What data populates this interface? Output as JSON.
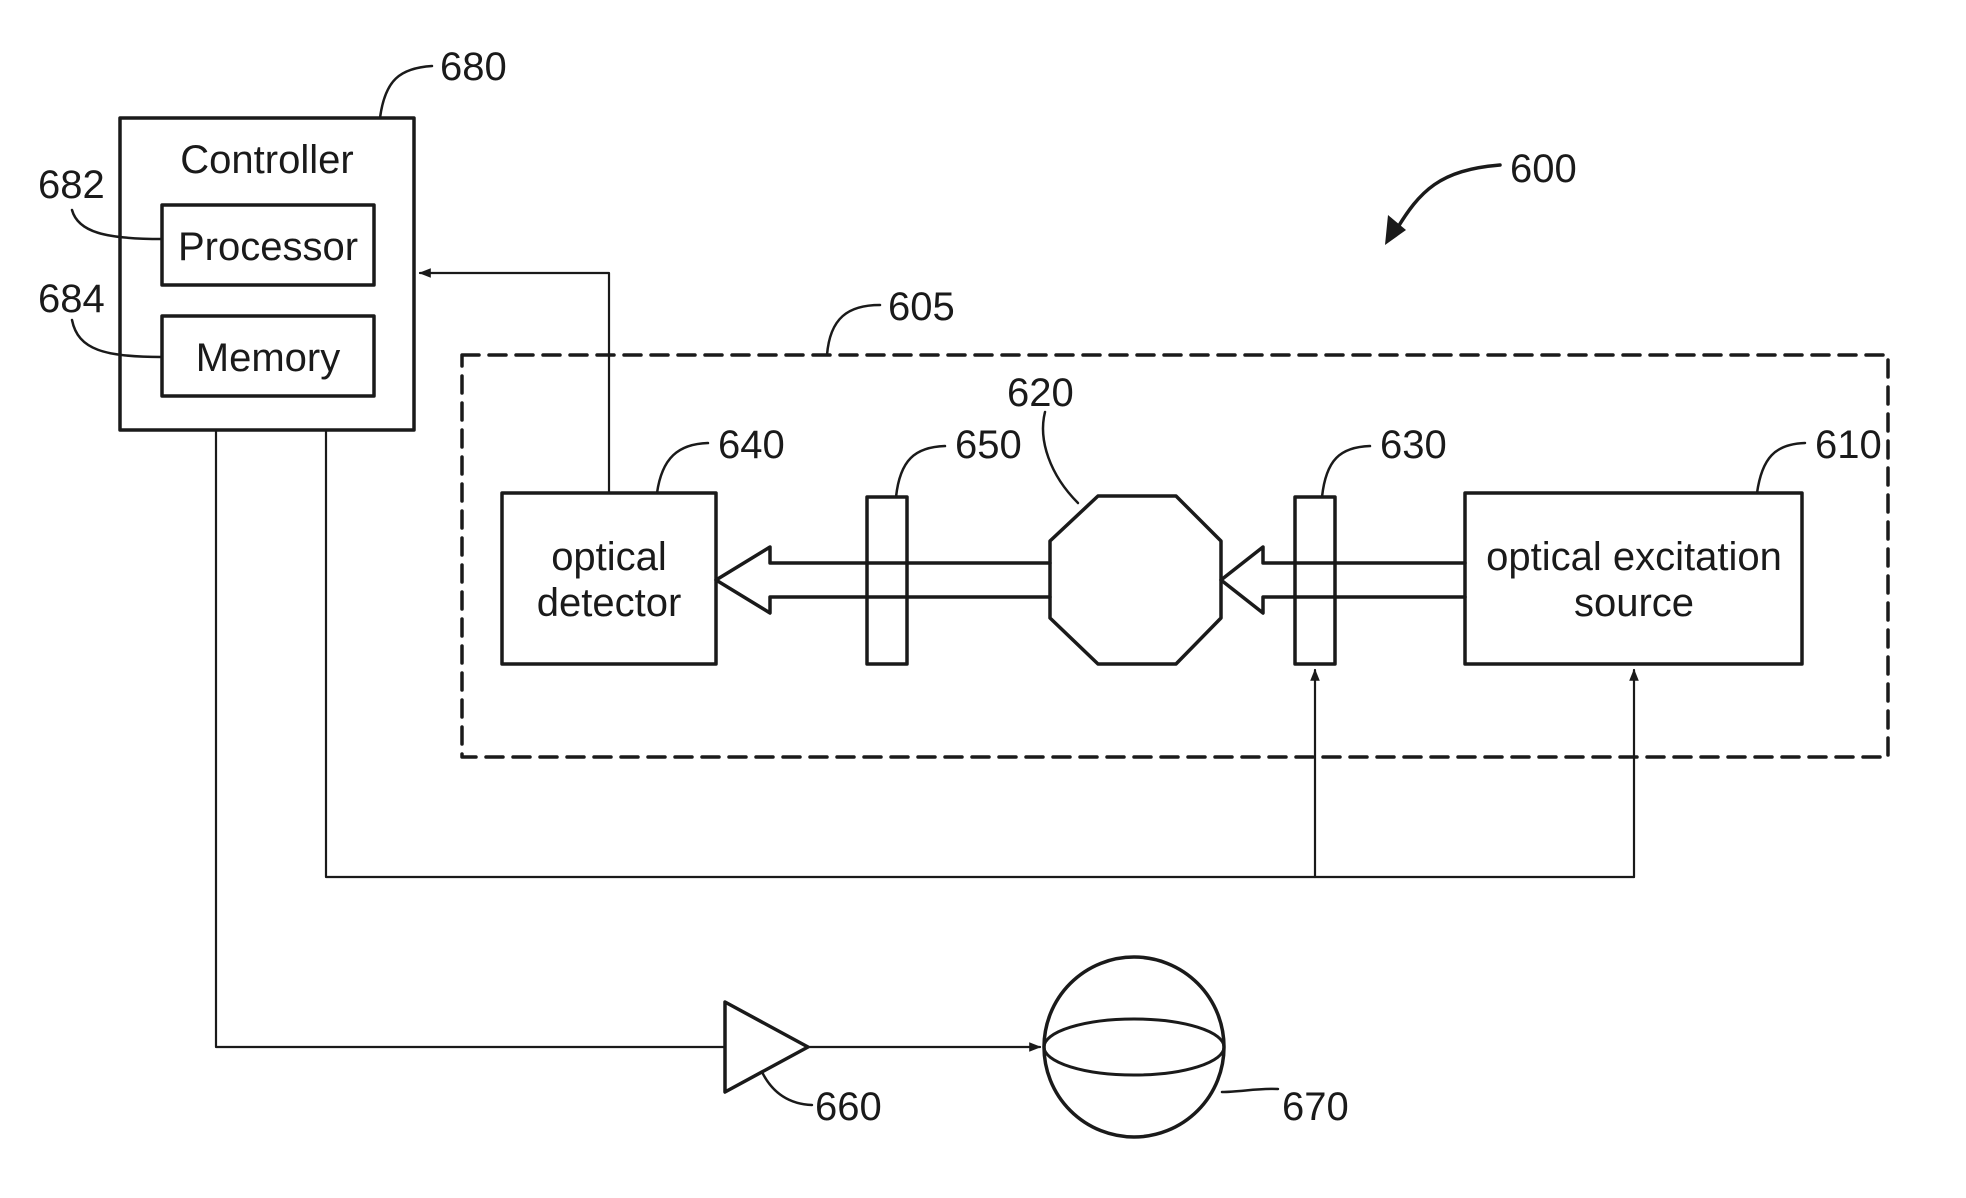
{
  "blocks": {
    "controller": "Controller",
    "processor": "Processor",
    "memory": "Memory",
    "detector_line1": "optical",
    "detector_line2": "detector",
    "source_line1": "optical excitation",
    "source_line2": "source"
  },
  "refs": {
    "system": "600",
    "enclosure": "605",
    "source": "610",
    "crystal": "620",
    "filter_in": "630",
    "detector": "640",
    "filter_out": "650",
    "amplifier": "660",
    "antenna": "670",
    "controller": "680",
    "processor": "682",
    "memory": "684"
  }
}
